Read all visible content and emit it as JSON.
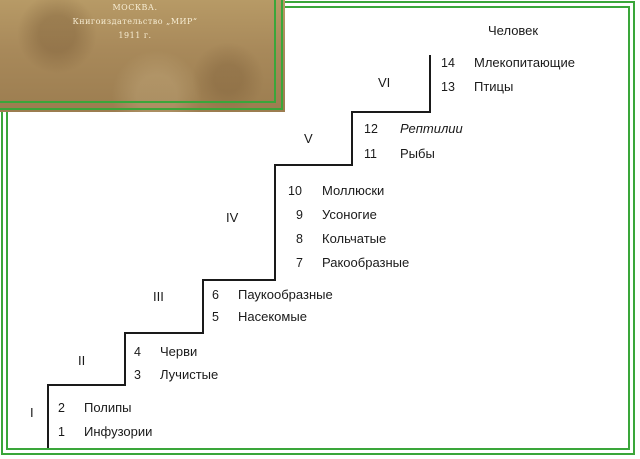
{
  "book_cover": {
    "city": "МОСКВА.",
    "publisher": "Книгоиздательство „МИР“",
    "year": "1911 г."
  },
  "top_label": "Человек",
  "steps": [
    {
      "roman": "I",
      "items": [
        {
          "num": "2",
          "label": "Полипы"
        },
        {
          "num": "1",
          "label": "Инфузории"
        }
      ]
    },
    {
      "roman": "II",
      "items": [
        {
          "num": "4",
          "label": "Черви"
        },
        {
          "num": "3",
          "label": "Лучистые"
        }
      ]
    },
    {
      "roman": "III",
      "items": [
        {
          "num": "6",
          "label": "Паукообразные"
        },
        {
          "num": "5",
          "label": "Насекомые"
        }
      ]
    },
    {
      "roman": "IV",
      "items": [
        {
          "num": "10",
          "label": "Моллюски"
        },
        {
          "num": "9",
          "label": "Усоногие"
        },
        {
          "num": "8",
          "label": "Кольчатые"
        },
        {
          "num": "7",
          "label": "Ракообразные"
        }
      ]
    },
    {
      "roman": "V",
      "items": [
        {
          "num": "12",
          "label": "Рептилии"
        },
        {
          "num": "11",
          "label": "Рыбы"
        }
      ]
    },
    {
      "roman": "VI",
      "items": [
        {
          "num": "14",
          "label": "Млекопитающие"
        },
        {
          "num": "13",
          "label": "Птицы"
        }
      ]
    }
  ],
  "colors": {
    "frame": "#3aa63a",
    "line": "#1a1a1a",
    "background": "#ffffff"
  }
}
